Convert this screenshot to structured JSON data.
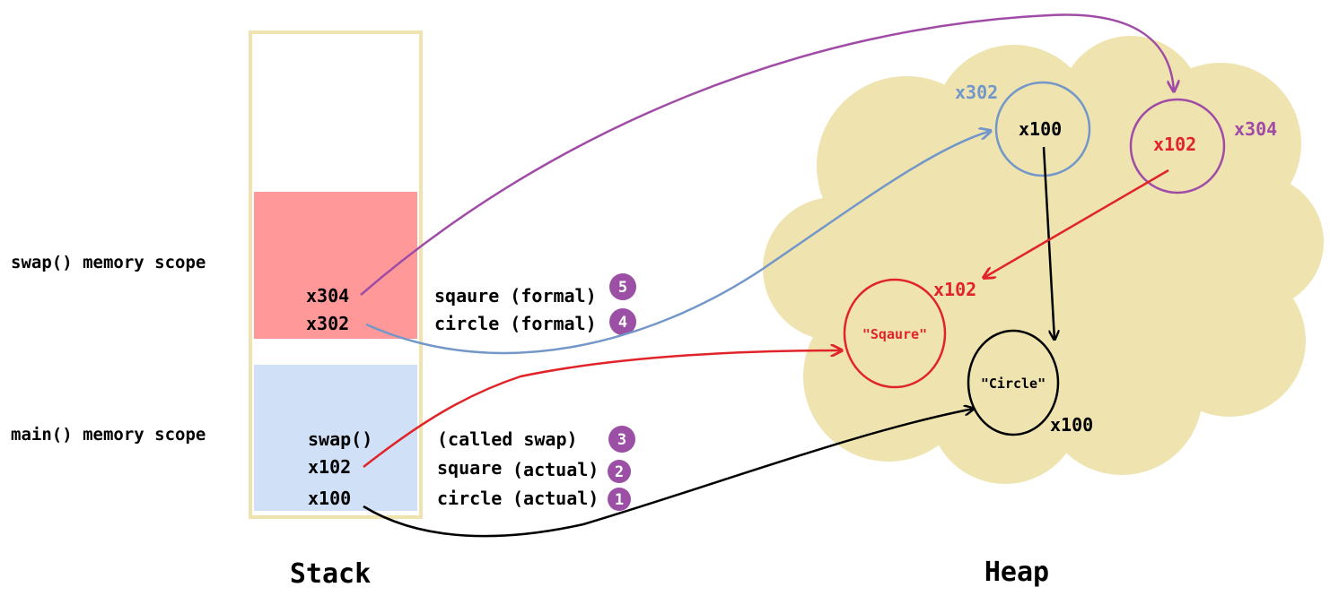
{
  "titles": {
    "stack": "Stack",
    "heap": "Heap"
  },
  "scopes": {
    "swap": "swap() memory scope",
    "main": "main() memory scope"
  },
  "stack_rows": {
    "x304": {
      "name": "x304",
      "desc": "sqaure (formal)",
      "badge": "5"
    },
    "x302": {
      "name": "x302",
      "desc": "circle (formal)",
      "badge": "4"
    },
    "swap": {
      "name": "swap()",
      "desc": "(called swap)",
      "badge": "3"
    },
    "x102": {
      "name": "x102",
      "desc_a": "square",
      "desc_b": "(actual)",
      "badge": "2"
    },
    "x100": {
      "name": "x100",
      "desc_a": "circle",
      "desc_b": "(actual)",
      "badge": "1"
    }
  },
  "heap": {
    "ref_x302": {
      "label": "x302",
      "value": "x100"
    },
    "ref_x304": {
      "label": "x304",
      "value": "x102"
    },
    "obj_square": {
      "text": "\"Sqaure\"",
      "addr": "x102"
    },
    "obj_circle": {
      "text": "\"Circle\"",
      "addr": "x100"
    }
  },
  "colors": {
    "swap_scope": "#ff9999",
    "main_scope": "#cfe0f7",
    "stack_border": "#efe3b0",
    "heap_cloud": "#efe3b0",
    "badge": "#9b4fa5",
    "red": "#e0242a",
    "blue": "#7297c8",
    "purple": "#a04ca6",
    "black": "#000000"
  }
}
